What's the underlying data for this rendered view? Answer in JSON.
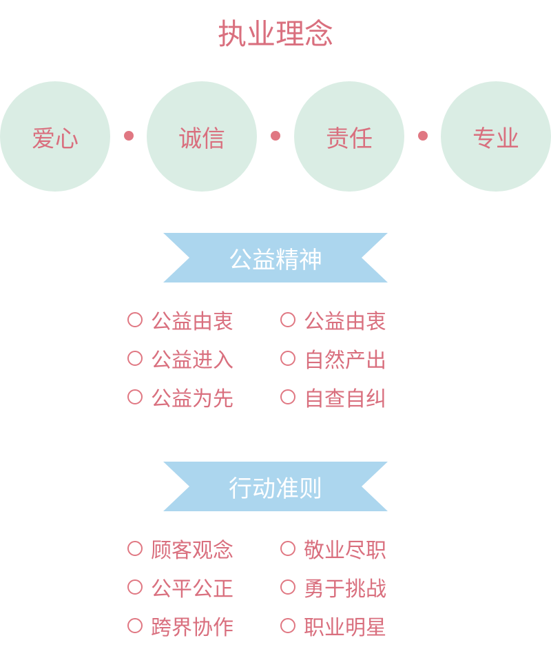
{
  "title": "执业理念",
  "values": [
    "爱心",
    "诚信",
    "责任",
    "专业"
  ],
  "sections": [
    {
      "heading": "公益精神",
      "left": [
        "公益由衷",
        "公益进入",
        "公益为先"
      ],
      "right": [
        "公益由衷",
        "自然产出",
        "自查自纠"
      ]
    },
    {
      "heading": "行动准则",
      "left": [
        "顾客观念",
        "公平公正",
        "跨界协作"
      ],
      "right": [
        "敬业尽职",
        "勇于挑战",
        "职业明星"
      ]
    }
  ],
  "colors": {
    "accent": "#d96f7e",
    "circle_bg": "#daede4",
    "ribbon_bg": "#acd6ee"
  }
}
